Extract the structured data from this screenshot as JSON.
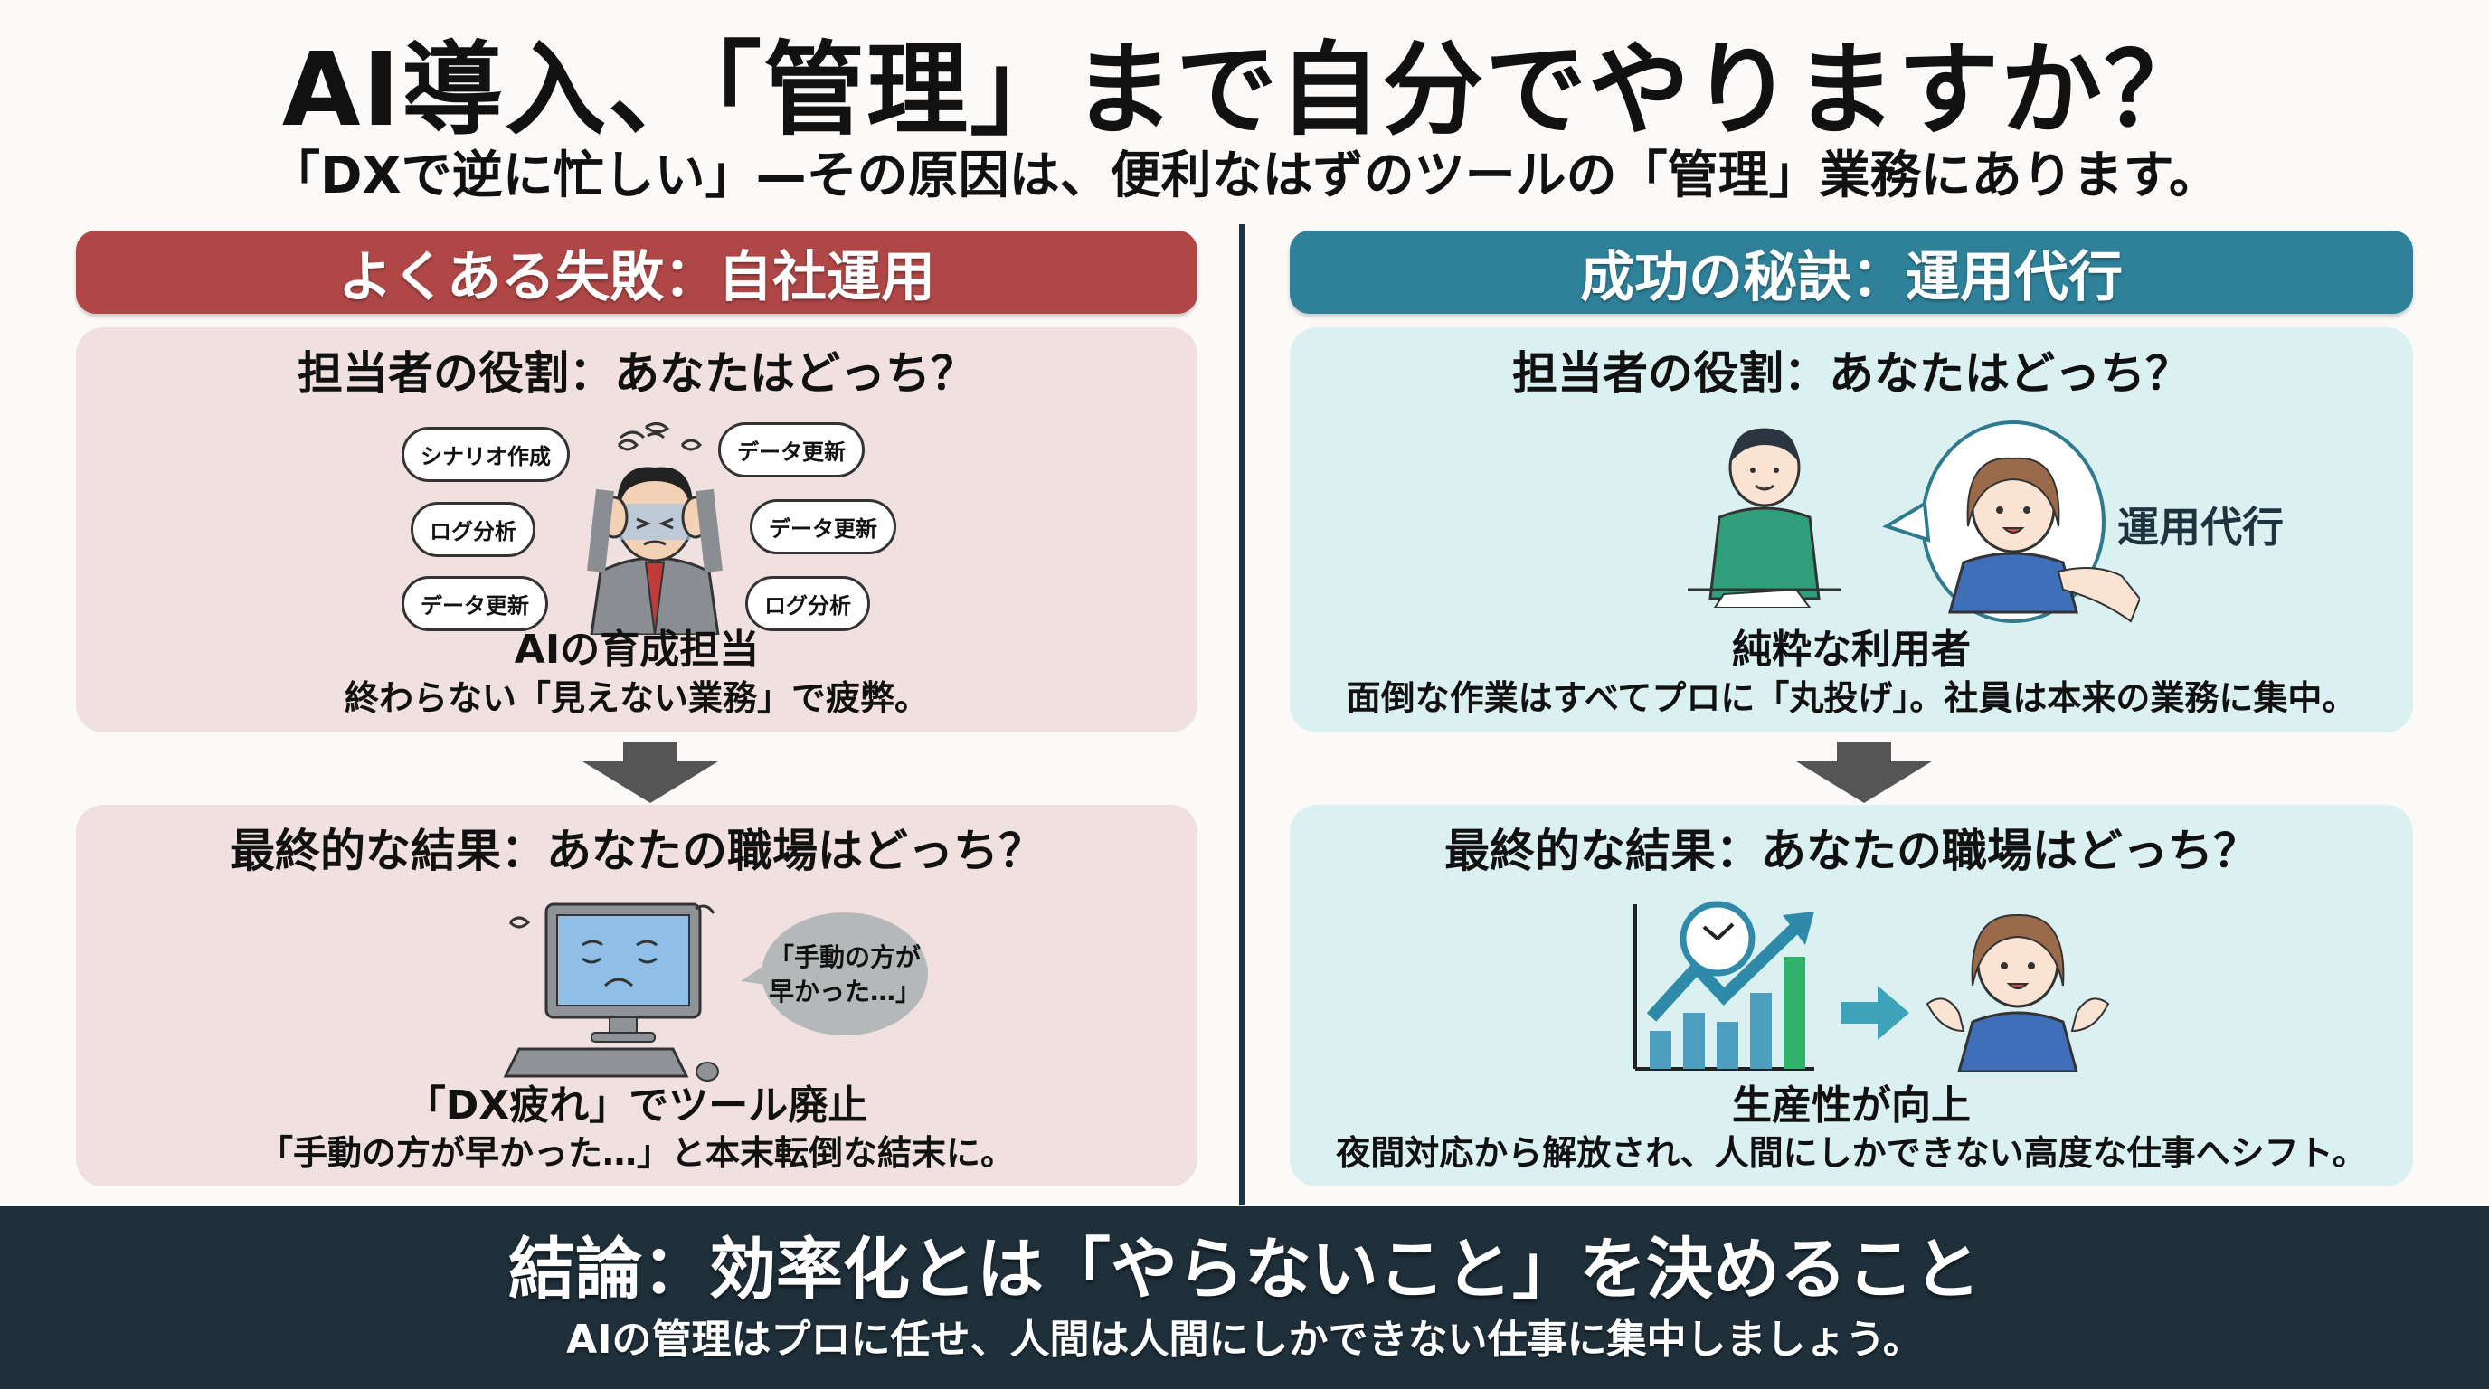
{
  "header": {
    "title": "AI導入、「管理」まで自分でやりますか？",
    "subtitle": "「DXで逆に忙しい」—その原因は、便利なはずのツールの「管理」業務にあります。"
  },
  "colors": {
    "failure_accent": "#b04747",
    "failure_panel": "#f0e0e0",
    "success_accent": "#2f8099",
    "success_panel": "#dbf0f0",
    "divider": "#1c3444",
    "footer_bg": "#1f303b",
    "arrow": "#555555"
  },
  "left": {
    "header": "よくある失敗：自社運用",
    "role_panel": {
      "title": "担当者の役割：あなたはどっち？",
      "thought_clouds": [
        "シナリオ作成",
        "データ更新",
        "ログ分析",
        "データ更新",
        "データ更新",
        "ログ分析"
      ],
      "caption": "AIの育成担当",
      "description": "終わらない「見えない業務」で疲弊。",
      "illustration": "stressed-office-worker-icon"
    },
    "result_panel": {
      "title": "最終的な結果：あなたの職場はどっち？",
      "speech_bubble": "「手動の方が\n早かった…」",
      "caption": "「DX疲れ」でツール廃止",
      "description": "「手動の方が早かった…」と本末転倒な結末に。",
      "illustration": "sad-computer-icon"
    }
  },
  "right": {
    "header": "成功の秘訣：運用代行",
    "role_panel": {
      "title": "担当者の役割：あなたはどっち？",
      "ops_label": "運用代行",
      "caption": "純粋な利用者",
      "description": "面倒な作業はすべてプロに「丸投げ」。社員は本来の業務に集中。",
      "illustration": "relaxed-user-and-support-staff-icon"
    },
    "result_panel": {
      "title": "最終的な結果：あなたの職場はどっち？",
      "caption": "生産性が向上",
      "description": "夜間対応から解放され、人間にしかできない高度な仕事へシフト。",
      "illustration": "growth-chart-and-happy-staff-icon"
    }
  },
  "footer": {
    "title": "結論：効率化とは「やらないこと」を決めること",
    "subtitle": "AIの管理はプロに任せ、人間は人間にしかできない仕事に集中しましょう。"
  }
}
